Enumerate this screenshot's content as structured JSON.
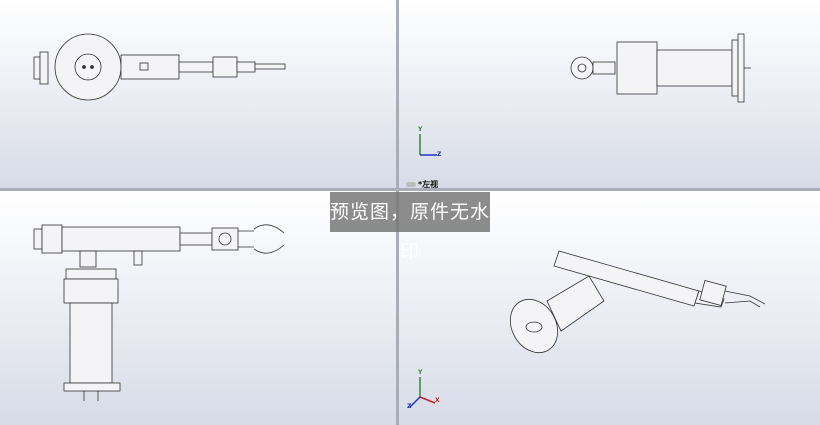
{
  "viewports": [
    {
      "name": "front-view"
    },
    {
      "name": "left-view",
      "label": "*左视"
    },
    {
      "name": "top-view"
    },
    {
      "name": "isometric-view"
    }
  ],
  "watermark": "预览图，原件无水印",
  "axes": {
    "y": "Y",
    "z": "Z",
    "x": "X"
  },
  "colors": {
    "axis_y": "#2e8b2e",
    "axis_z": "#2233cc",
    "axis_x": "#cc2222",
    "background_top": "#ffffff",
    "background_bottom": "#d7dbe6"
  }
}
